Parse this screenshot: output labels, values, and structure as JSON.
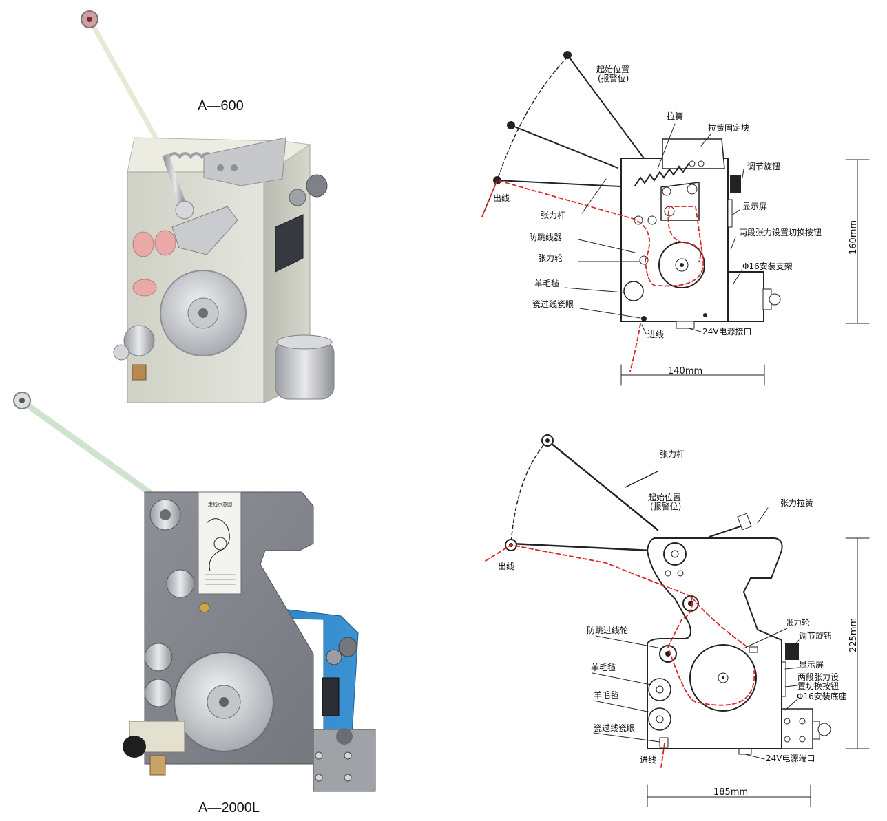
{
  "products": [
    {
      "model": "A—600"
    },
    {
      "model": "A—2000L",
      "panel_text": "走线示意图"
    }
  ],
  "diagram_top": {
    "labels": {
      "start_position": "起始位置",
      "alarm_position": "(报警位)",
      "spring": "拉簧",
      "spring_block": "拉簧固定块",
      "adjust_knob": "调节旋钮",
      "wire_out": "出线",
      "display": "显示屏",
      "tension_arm": "张力杆",
      "two_stage_switch": "两段张力设置切换按钮",
      "anti_jump": "防跳线器",
      "tension_wheel": "张力轮",
      "mount_bracket": "Φ16安装支架",
      "felt": "羊毛毡",
      "ceramic_eye": "瓷过线瓷眼",
      "wire_in": "进线",
      "power_port": "24V电源接口"
    },
    "width_dim": "140mm",
    "height_dim": "160mm"
  },
  "diagram_bottom": {
    "labels": {
      "tension_arm": "张力杆",
      "start_position": "起始位置",
      "alarm_position": "(报警位)",
      "tension_spring": "张力拉簧",
      "wire_out": "出线",
      "anti_jump_wheel": "防跳过线轮",
      "tension_wheel": "张力轮",
      "adjust_knob": "调节旋钮",
      "felt1": "羊毛毡",
      "display": "显示屏",
      "two_stage_line1": "两段张力设",
      "two_stage_line2": "置切换按钮",
      "felt2": "羊毛毡",
      "mount_base": "Φ16安装底座",
      "ceramic_eye": "瓷过线瓷眼",
      "wire_in": "进线",
      "power_port": "24V电源端口"
    },
    "width_dim": "185mm",
    "height_dim": "225mm"
  }
}
